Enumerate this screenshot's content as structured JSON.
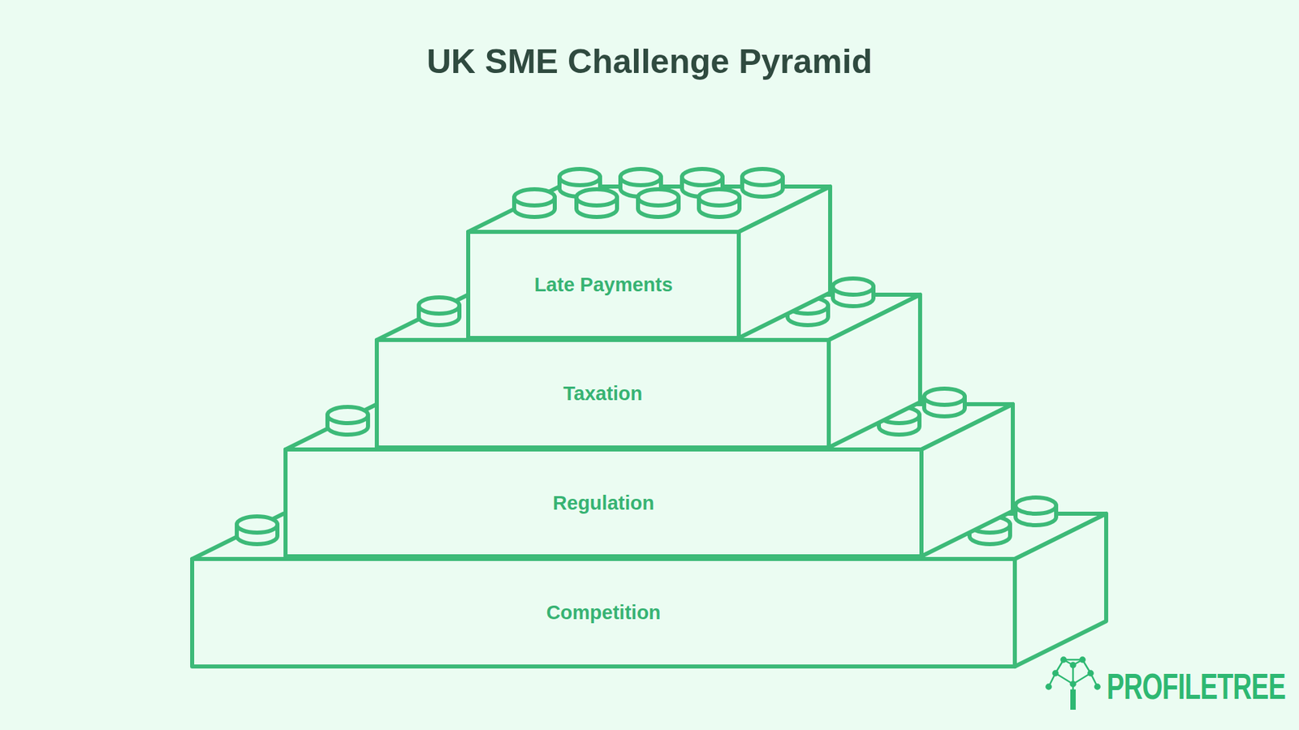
{
  "diagram": {
    "title": "UK SME Challenge Pyramid",
    "nodes": [
      {
        "text": [
          "Late Payments"
        ]
      },
      {
        "text": [
          "Taxation"
        ]
      },
      {
        "text": [
          "Regulation"
        ]
      },
      {
        "text": [
          "Competition"
        ]
      }
    ],
    "labels": [
      "PROFILETREE"
    ]
  }
}
